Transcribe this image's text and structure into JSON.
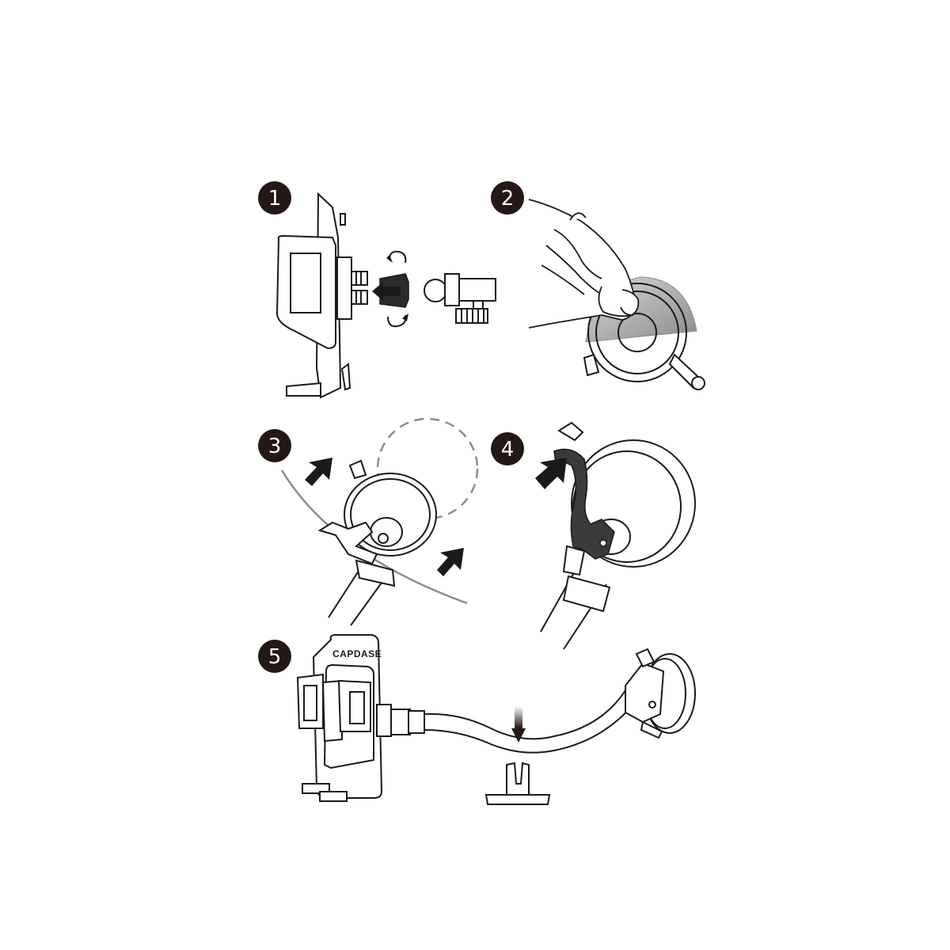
{
  "colors": {
    "ink": "#231815",
    "line": "#1a1a1a",
    "paper": "#ffffff",
    "grey_surface": "#9a9a9a",
    "dark_part": "#3a3a3a",
    "dashed": "#8c8c8c"
  },
  "steps": [
    {
      "number": "1"
    },
    {
      "number": "2"
    },
    {
      "number": "3"
    },
    {
      "number": "4"
    },
    {
      "number": "5"
    }
  ],
  "product": {
    "brand_label": "CAPDASE"
  },
  "icons": {
    "rotate": "rotate-arrows-icon",
    "push": "push-arrow-icon",
    "down": "down-arrow-icon"
  }
}
